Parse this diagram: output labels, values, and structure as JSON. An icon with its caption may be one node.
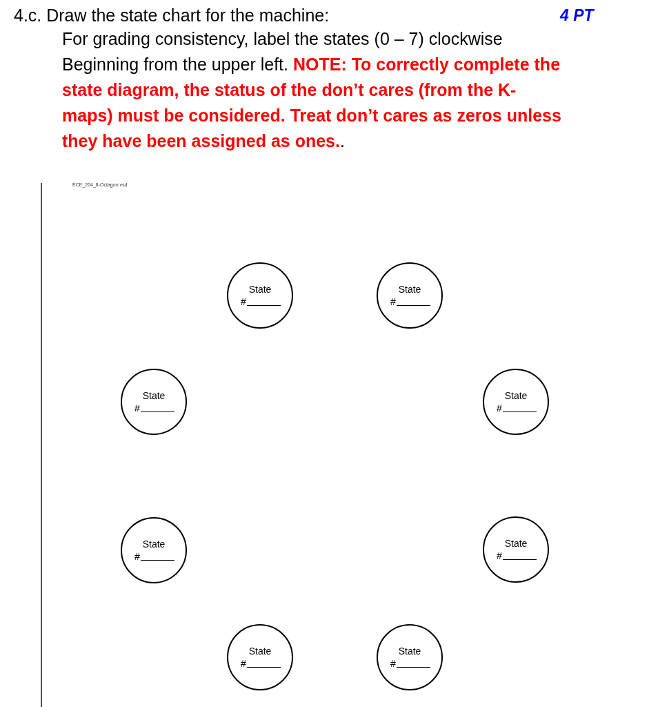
{
  "diagram": {
    "title": "4.c. Draw the state chart for the machine:",
    "nodes": [
      {
        "text": [
          "State",
          "#"
        ]
      },
      {
        "text": [
          "State",
          "#"
        ]
      },
      {
        "text": [
          "State",
          "#"
        ]
      },
      {
        "text": [
          "State",
          "#"
        ]
      },
      {
        "text": [
          "State",
          "#"
        ]
      },
      {
        "text": [
          "State",
          "#"
        ]
      },
      {
        "text": [
          "State",
          "#"
        ]
      },
      {
        "text": [
          "State",
          "#"
        ]
      }
    ],
    "labels": [
      "4 PT",
      "For grading consistency, label the states (0 – 7) clockwise Beginning from the upper left. **NOTE: To correctly complete the state diagram, the status of the don’t cares (from the K-maps) must be considered. Treat don’t cares as zeros unless they have been assigned as ones.**.",
      "ECE_204_8-Octagon.vsd"
    ]
  }
}
